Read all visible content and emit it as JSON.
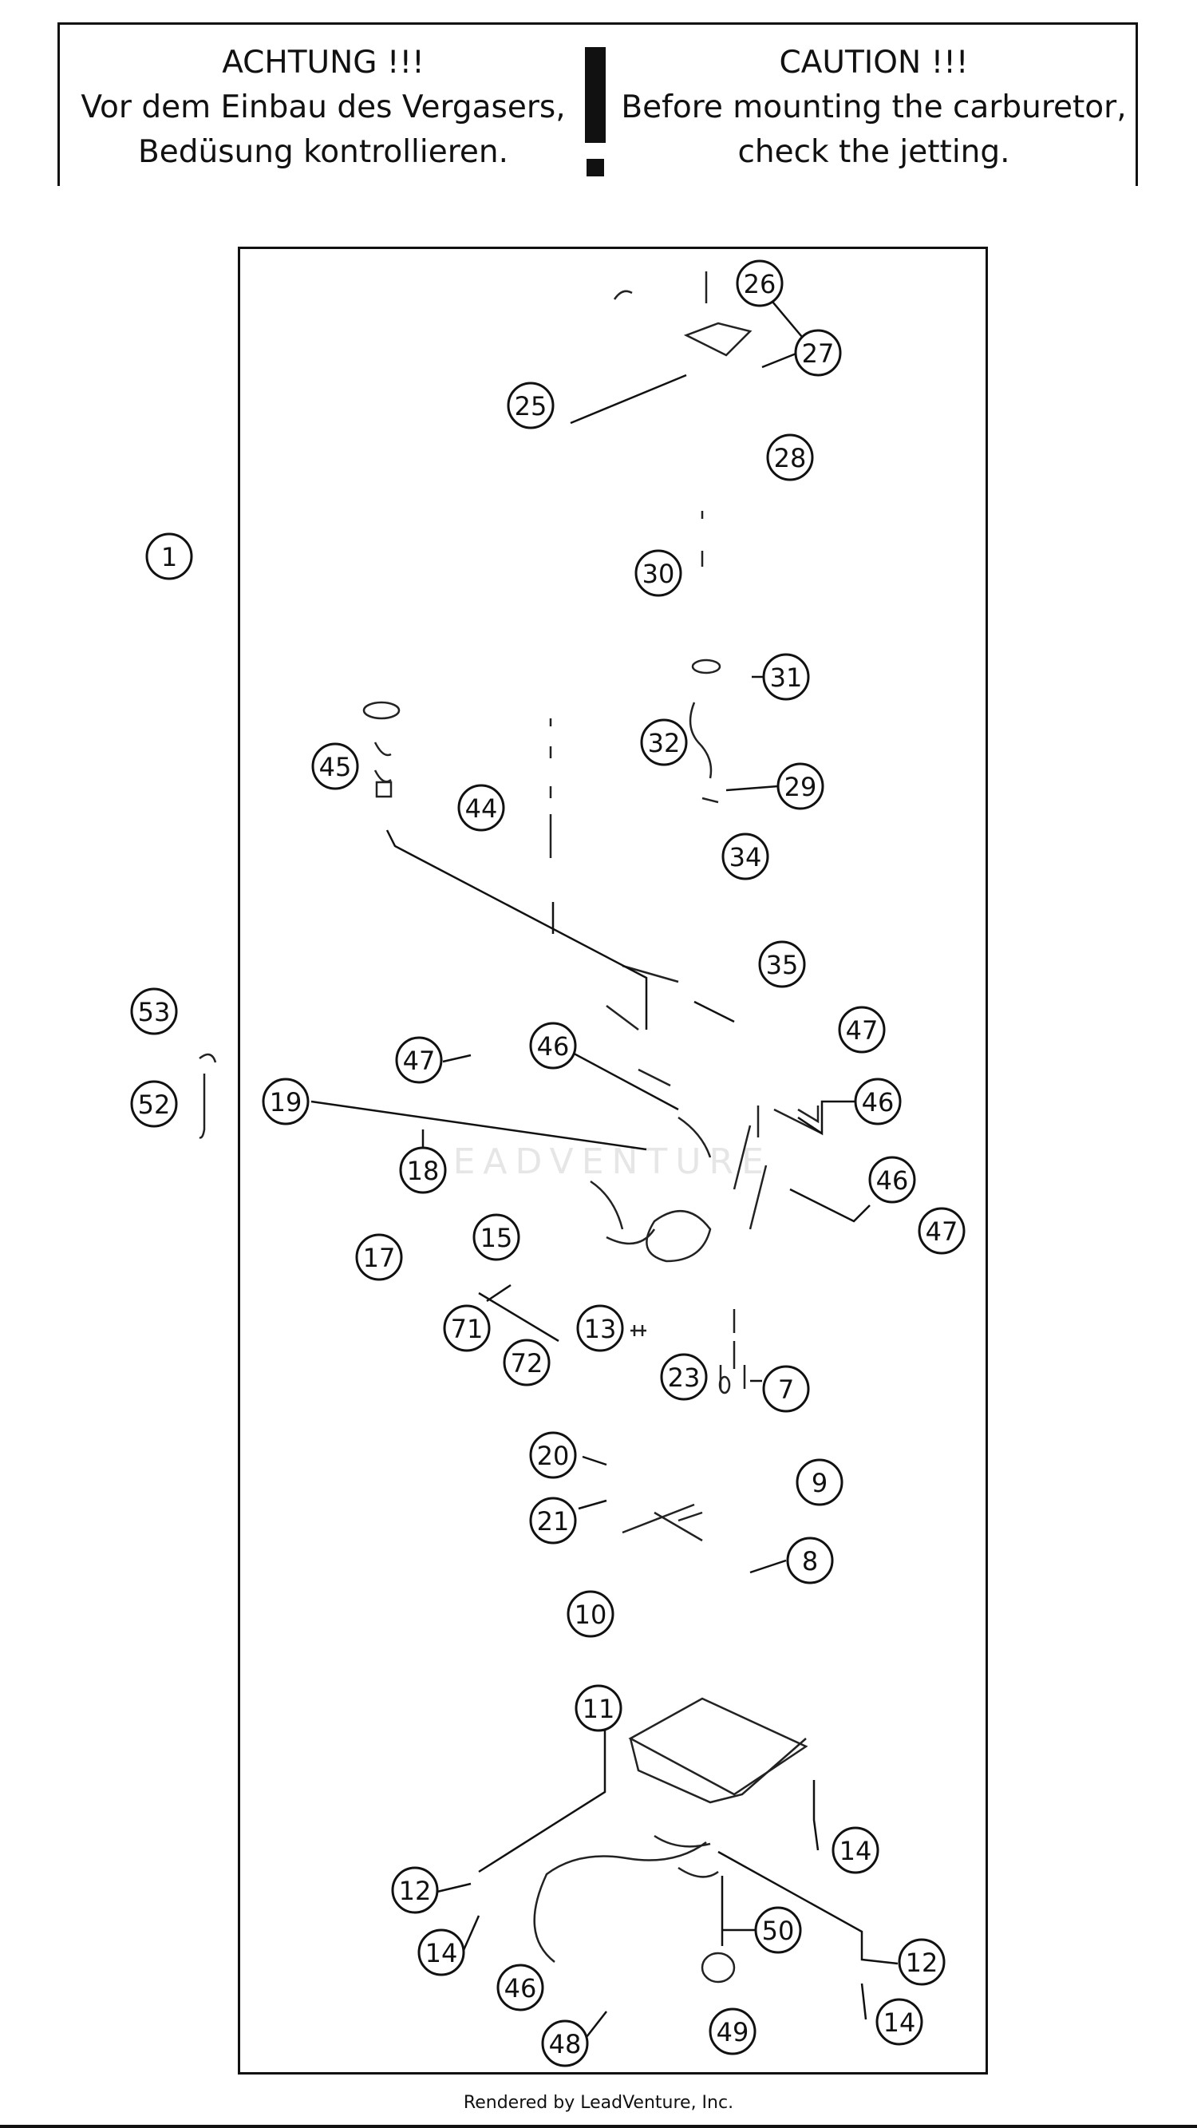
{
  "caution": {
    "de_title": "ACHTUNG !!!",
    "de_line1": "Vor dem Einbau des Vergasers,",
    "de_line2": "Bedüsung kontrollieren.",
    "en_title": "CAUTION !!!",
    "en_line1": "Before mounting the carburetor,",
    "en_line2": "check the jetting."
  },
  "watermark": "LEADVENTURE",
  "footer": "Rendered by LeadVenture, Inc.",
  "callouts": [
    {
      "label": "26",
      "name": "callout-26"
    },
    {
      "label": "27",
      "name": "callout-27"
    },
    {
      "label": "25",
      "name": "callout-25"
    },
    {
      "label": "28",
      "name": "callout-28"
    },
    {
      "label": "1",
      "name": "callout-1"
    },
    {
      "label": "30",
      "name": "callout-30"
    },
    {
      "label": "31",
      "name": "callout-31"
    },
    {
      "label": "32",
      "name": "callout-32"
    },
    {
      "label": "45",
      "name": "callout-45"
    },
    {
      "label": "29",
      "name": "callout-29"
    },
    {
      "label": "44",
      "name": "callout-44"
    },
    {
      "label": "34",
      "name": "callout-34"
    },
    {
      "label": "35",
      "name": "callout-35"
    },
    {
      "label": "53",
      "name": "callout-53"
    },
    {
      "label": "47",
      "name": "callout-47-right"
    },
    {
      "label": "47",
      "name": "callout-47-left"
    },
    {
      "label": "46",
      "name": "callout-46-center"
    },
    {
      "label": "52",
      "name": "callout-52"
    },
    {
      "label": "19",
      "name": "callout-19"
    },
    {
      "label": "46",
      "name": "callout-46-right"
    },
    {
      "label": "18",
      "name": "callout-18"
    },
    {
      "label": "46",
      "name": "callout-46-lower-right"
    },
    {
      "label": "47",
      "name": "callout-47-far-right"
    },
    {
      "label": "17",
      "name": "callout-17"
    },
    {
      "label": "15",
      "name": "callout-15"
    },
    {
      "label": "71",
      "name": "callout-71"
    },
    {
      "label": "13",
      "name": "callout-13"
    },
    {
      "label": "72",
      "name": "callout-72"
    },
    {
      "label": "23",
      "name": "callout-23"
    },
    {
      "label": "7",
      "name": "callout-7"
    },
    {
      "label": "20",
      "name": "callout-20"
    },
    {
      "label": "9",
      "name": "callout-9"
    },
    {
      "label": "21",
      "name": "callout-21"
    },
    {
      "label": "8",
      "name": "callout-8"
    },
    {
      "label": "10",
      "name": "callout-10"
    },
    {
      "label": "11",
      "name": "callout-11"
    },
    {
      "label": "14",
      "name": "callout-14-right"
    },
    {
      "label": "12",
      "name": "callout-12-left"
    },
    {
      "label": "50",
      "name": "callout-50"
    },
    {
      "label": "14",
      "name": "callout-14-left"
    },
    {
      "label": "12",
      "name": "callout-12-right"
    },
    {
      "label": "46",
      "name": "callout-46-bottom"
    },
    {
      "label": "14",
      "name": "callout-14-bottom-right"
    },
    {
      "label": "48",
      "name": "callout-48"
    },
    {
      "label": "49",
      "name": "callout-49"
    }
  ]
}
